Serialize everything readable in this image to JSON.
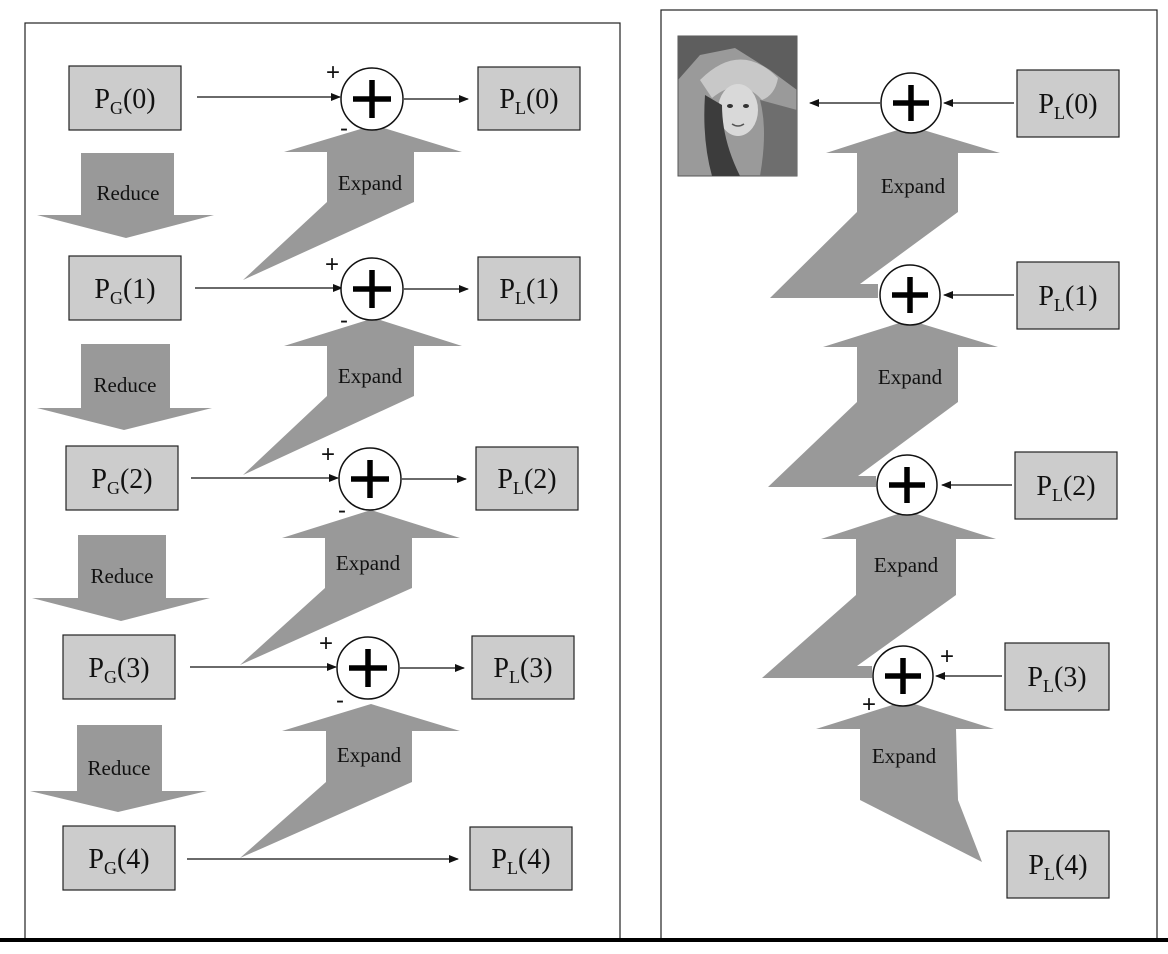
{
  "left_panel": {
    "gaussian_labels": [
      {
        "base": "P",
        "sub": "G",
        "idx": "(0)"
      },
      {
        "base": "P",
        "sub": "G",
        "idx": "(1)"
      },
      {
        "base": "P",
        "sub": "G",
        "idx": "(2)"
      },
      {
        "base": "P",
        "sub": "G",
        "idx": "(3)"
      },
      {
        "base": "P",
        "sub": "G",
        "idx": "(4)"
      }
    ],
    "laplacian_labels": [
      {
        "base": "P",
        "sub": "L",
        "idx": "(0)"
      },
      {
        "base": "P",
        "sub": "L",
        "idx": "(1)"
      },
      {
        "base": "P",
        "sub": "L",
        "idx": "(2)"
      },
      {
        "base": "P",
        "sub": "L",
        "idx": "(3)"
      },
      {
        "base": "P",
        "sub": "L",
        "idx": "(4)"
      }
    ],
    "reduce_label": "Reduce",
    "expand_label": "Expand",
    "plus_sign": "+",
    "minus_sign": "-"
  },
  "right_panel": {
    "laplacian_labels": [
      {
        "base": "P",
        "sub": "L",
        "idx": "(0)"
      },
      {
        "base": "P",
        "sub": "L",
        "idx": "(1)"
      },
      {
        "base": "P",
        "sub": "L",
        "idx": "(2)"
      },
      {
        "base": "P",
        "sub": "L",
        "idx": "(3)"
      },
      {
        "base": "P",
        "sub": "L",
        "idx": "(4)"
      }
    ],
    "expand_label": "Expand",
    "plus_sign": "+"
  }
}
